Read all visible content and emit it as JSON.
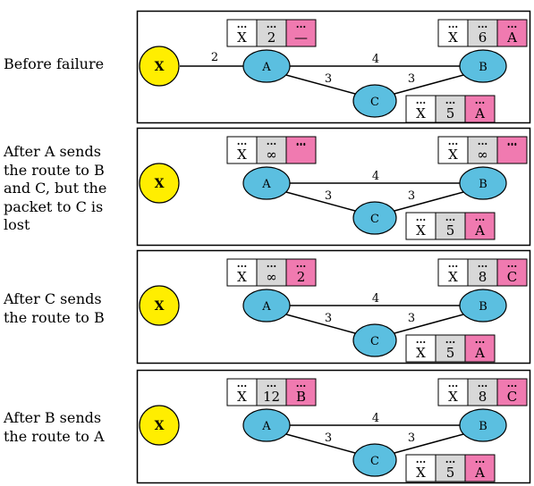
{
  "colors": {
    "node_x": "#ffee00",
    "node_router": "#5bbfe0",
    "cell_dest": "#ffffff",
    "cell_cost": "#d8d8d8",
    "cell_next": "#f07ab0",
    "frame": "#000000"
  },
  "ellipsis": "...",
  "panels": [
    {
      "caption": "Before failure",
      "has_x_link": true,
      "x_link_cost": "2",
      "nodes": {
        "x": "X",
        "a": "A",
        "b": "B",
        "c": "C"
      },
      "edges": {
        "ab": "4",
        "ac": "3",
        "bc": "3"
      },
      "tables": {
        "a": {
          "dest": "X",
          "cost": "2",
          "next": "—"
        },
        "b": {
          "dest": "X",
          "cost": "6",
          "next": "A"
        },
        "c": {
          "dest": "X",
          "cost": "5",
          "next": "A"
        }
      }
    },
    {
      "caption": "After A sends\nthe route to B\nand C, but the\npacket to C is\nlost",
      "has_x_link": false,
      "nodes": {
        "x": "X",
        "a": "A",
        "b": "B",
        "c": "C"
      },
      "edges": {
        "ab": "4",
        "ac": "3",
        "bc": "3"
      },
      "tables": {
        "a": {
          "dest": "X",
          "cost": "∞",
          "next": "..."
        },
        "b": {
          "dest": "X",
          "cost": "∞",
          "next": "..."
        },
        "c": {
          "dest": "X",
          "cost": "5",
          "next": "A"
        }
      }
    },
    {
      "caption": "After C sends\nthe route to B",
      "has_x_link": false,
      "nodes": {
        "x": "X",
        "a": "A",
        "b": "B",
        "c": "C"
      },
      "edges": {
        "ab": "4",
        "ac": "3",
        "bc": "3"
      },
      "tables": {
        "a": {
          "dest": "X",
          "cost": "∞",
          "next": "2"
        },
        "b": {
          "dest": "X",
          "cost": "8",
          "next": "C"
        },
        "c": {
          "dest": "X",
          "cost": "5",
          "next": "A"
        }
      }
    },
    {
      "caption": "After B sends\nthe route to A",
      "has_x_link": false,
      "nodes": {
        "x": "X",
        "a": "A",
        "b": "B",
        "c": "C"
      },
      "edges": {
        "ab": "4",
        "ac": "3",
        "bc": "3"
      },
      "tables": {
        "a": {
          "dest": "X",
          "cost": "12",
          "next": "B"
        },
        "b": {
          "dest": "X",
          "cost": "8",
          "next": "C"
        },
        "c": {
          "dest": "X",
          "cost": "5",
          "next": "A"
        }
      }
    }
  ]
}
